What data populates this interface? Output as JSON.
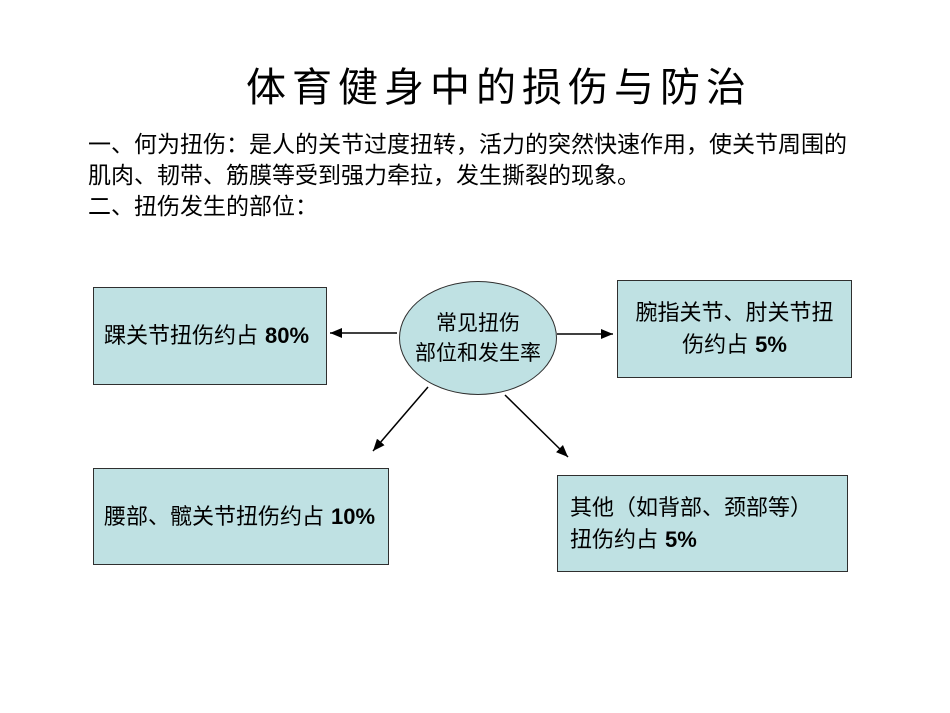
{
  "slide": {
    "title": "体育健身中的损伤与防治",
    "body": {
      "line1": "一、何为扭伤：是人的关节过度扭转，活力的突然快速作用，使关节周围的",
      "line2": "肌肉、韧带、筋膜等受到强力牵拉，发生撕裂的现象。",
      "line3": "二、扭伤发生的部位："
    }
  },
  "diagram": {
    "center_ellipse": {
      "line1": "常见扭伤",
      "line2": "部位和发生率"
    },
    "boxes": {
      "ankle": {
        "label": "踝关节扭伤约占",
        "value": "80%"
      },
      "wrist_elbow": {
        "line1": "腕指关节、肘关节扭",
        "line2_label": "伤约占",
        "value": "5%"
      },
      "waist_hip": {
        "label": "腰部、髋关节扭伤约占",
        "value": "10%"
      },
      "other": {
        "line1": "其他（如背部、颈部等）",
        "line2_label": "扭伤约占",
        "value": "5%"
      }
    },
    "colors": {
      "shape_fill": "#bfe1e3",
      "shape_border": "#2f2f2f",
      "arrow": "#000000",
      "background": "#ffffff"
    }
  }
}
